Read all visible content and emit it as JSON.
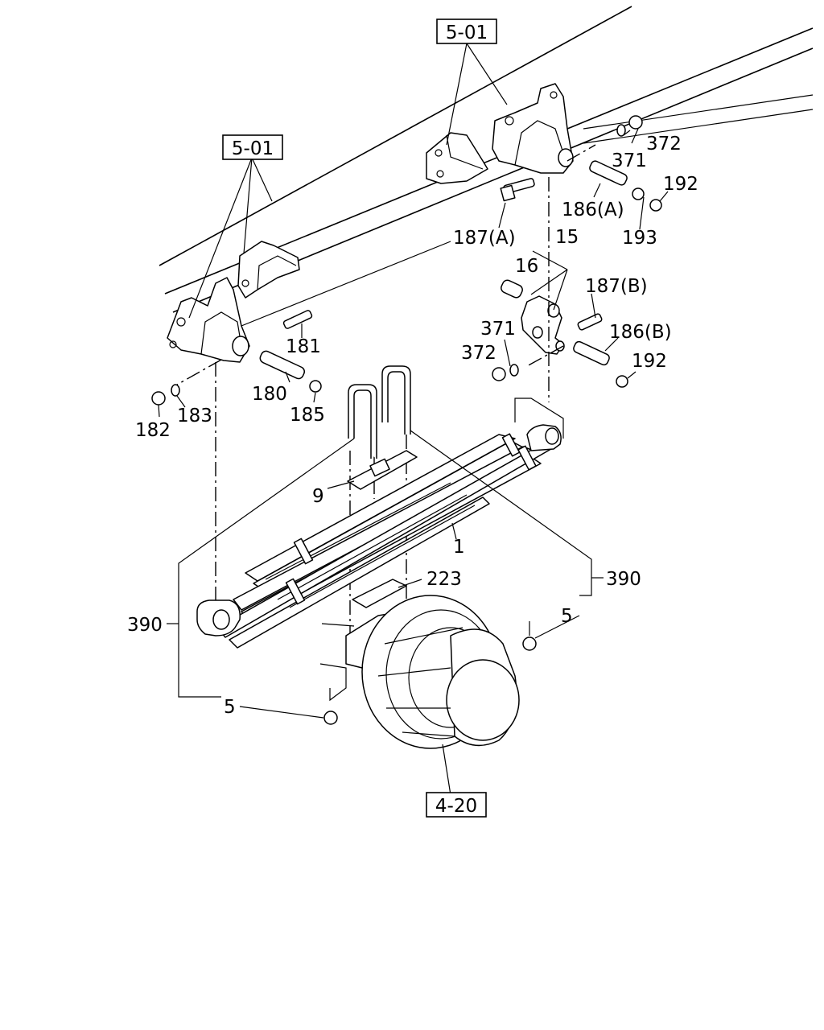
{
  "references": [
    {
      "id": "ref-5-01-top",
      "label": "5-01"
    },
    {
      "id": "ref-5-01-left",
      "label": "5-01"
    },
    {
      "id": "ref-4-20",
      "label": "4-20"
    }
  ],
  "callouts": [
    {
      "id": "c372a",
      "label": "372"
    },
    {
      "id": "c371a",
      "label": "371"
    },
    {
      "id": "c192a",
      "label": "192"
    },
    {
      "id": "c186a",
      "label": "186(A)"
    },
    {
      "id": "c193",
      "label": "193"
    },
    {
      "id": "c187a",
      "label": "187(A)"
    },
    {
      "id": "c15",
      "label": "15"
    },
    {
      "id": "c16",
      "label": "16"
    },
    {
      "id": "c187b",
      "label": "187(B)"
    },
    {
      "id": "c371b",
      "label": "371"
    },
    {
      "id": "c186b",
      "label": "186(B)"
    },
    {
      "id": "c372b",
      "label": "372"
    },
    {
      "id": "c192b",
      "label": "192"
    },
    {
      "id": "c181",
      "label": "181"
    },
    {
      "id": "c180",
      "label": "180"
    },
    {
      "id": "c185",
      "label": "185"
    },
    {
      "id": "c182",
      "label": "182"
    },
    {
      "id": "c183",
      "label": "183"
    },
    {
      "id": "c9",
      "label": "9"
    },
    {
      "id": "c1",
      "label": "1"
    },
    {
      "id": "c223",
      "label": "223"
    },
    {
      "id": "c390r",
      "label": "390"
    },
    {
      "id": "c5r",
      "label": "5"
    },
    {
      "id": "c390l",
      "label": "390"
    },
    {
      "id": "c5l",
      "label": "5"
    }
  ]
}
